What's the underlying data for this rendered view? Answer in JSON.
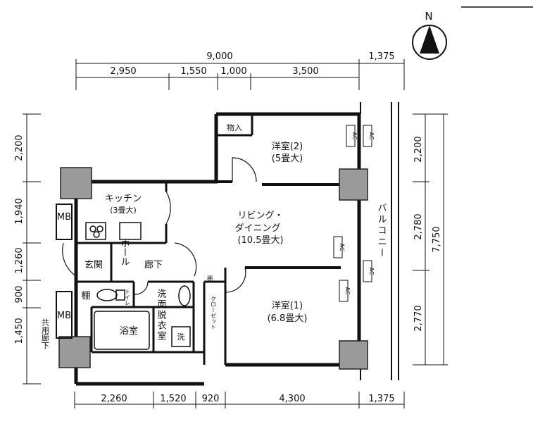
{
  "compass": {
    "north_label": "N"
  },
  "dimensions": {
    "top_total": "9,000",
    "top_balcony": "1,375",
    "top_segments": [
      "2,950",
      "1,550",
      "1,000",
      "3,500"
    ],
    "bottom_segments": [
      "2,260",
      "1,520",
      "920",
      "4,300"
    ],
    "bottom_balcony": "1,375",
    "left_segments": [
      "2,200",
      "1,940",
      "1,260",
      "900",
      "1,450"
    ],
    "right_segments": [
      "2,200",
      "2,780",
      "2,770"
    ],
    "right_total": "7,750"
  },
  "rooms": {
    "bedroom2_name": "洋室(2)",
    "bedroom2_size": "(5畳大)",
    "storage": "物入",
    "kitchen_name": "キッチン",
    "kitchen_size": "(3畳大)",
    "living_name_1": "リビング・",
    "living_name_2": "ダイニング",
    "living_size": "(10.5畳大)",
    "bedroom1_name": "洋室(1)",
    "bedroom1_size": "(6.8畳大)",
    "balcony": "バルコニー",
    "entrance": "玄関",
    "hall": "ホール",
    "corridor": "廊下",
    "shelf": "棚",
    "toilet": "トイレ",
    "washroom": "洗面脱衣室",
    "bath": "浴室",
    "washer": "洗",
    "closet": "クローゼット",
    "mb": "MB",
    "shared_corridor": "共用廊下",
    "ac": "AC",
    "shelf_mark": "棚"
  }
}
